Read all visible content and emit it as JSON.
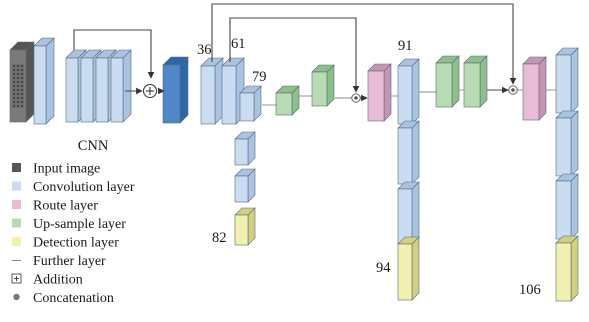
{
  "colors": {
    "input": "#8a8a8a",
    "input_dark": "#565656",
    "conv": "#c9dcf1",
    "conv_side": "#a9c3e3",
    "conv_dark": "#4f87c8",
    "conv_dark_side": "#2f66a8",
    "route": "#e8bcd6",
    "route_side": "#c894b4",
    "upsample": "#b7dcb3",
    "upsample_side": "#8dbf88",
    "detection": "#f1f0b0",
    "detection_side": "#d2d07e",
    "line": "#444444",
    "line_gray": "#888888",
    "edge": "#5a6a7a"
  },
  "labels": {
    "cnn": "CNN",
    "n36": "36",
    "n61": "61",
    "n79": "79",
    "n82": "82",
    "n91": "91",
    "n94": "94",
    "n106": "106"
  },
  "legend": [
    {
      "text": "Input image",
      "icon": "input-swatch"
    },
    {
      "text": "Convolution layer",
      "icon": "conv-swatch"
    },
    {
      "text": "Route layer",
      "icon": "route-swatch"
    },
    {
      "text": "Up-sample layer",
      "icon": "upsample-swatch"
    },
    {
      "text": "Detection layer",
      "icon": "detection-swatch"
    },
    {
      "text": "Further layer",
      "icon": "line-swatch"
    },
    {
      "text": "Addition",
      "icon": "addition-icon"
    },
    {
      "text": "Concatenation",
      "icon": "concatenation-icon"
    }
  ]
}
